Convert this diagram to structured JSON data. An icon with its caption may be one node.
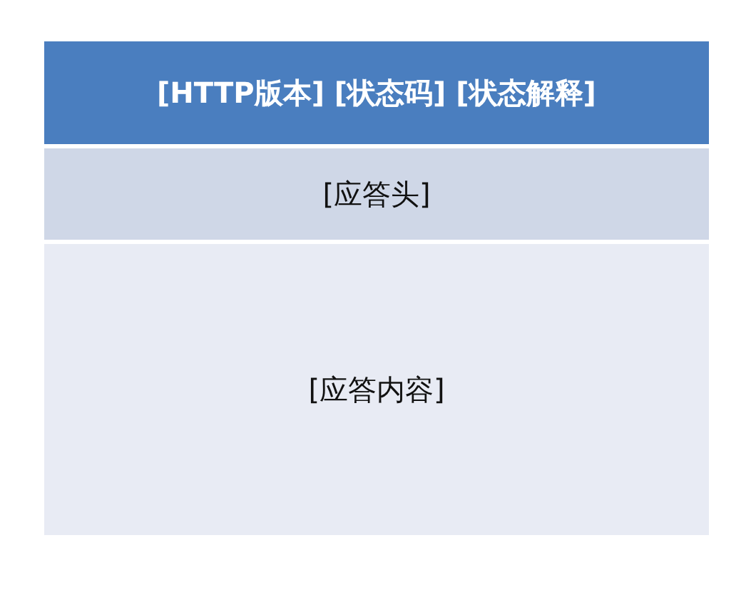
{
  "diagram": {
    "nodes": [
      {
        "text": [
          "[HTTP版本] [状态码] [状态解释]"
        ]
      },
      {
        "text": [
          "[应答头]"
        ]
      },
      {
        "text": [
          "[应答内容]"
        ]
      }
    ]
  }
}
